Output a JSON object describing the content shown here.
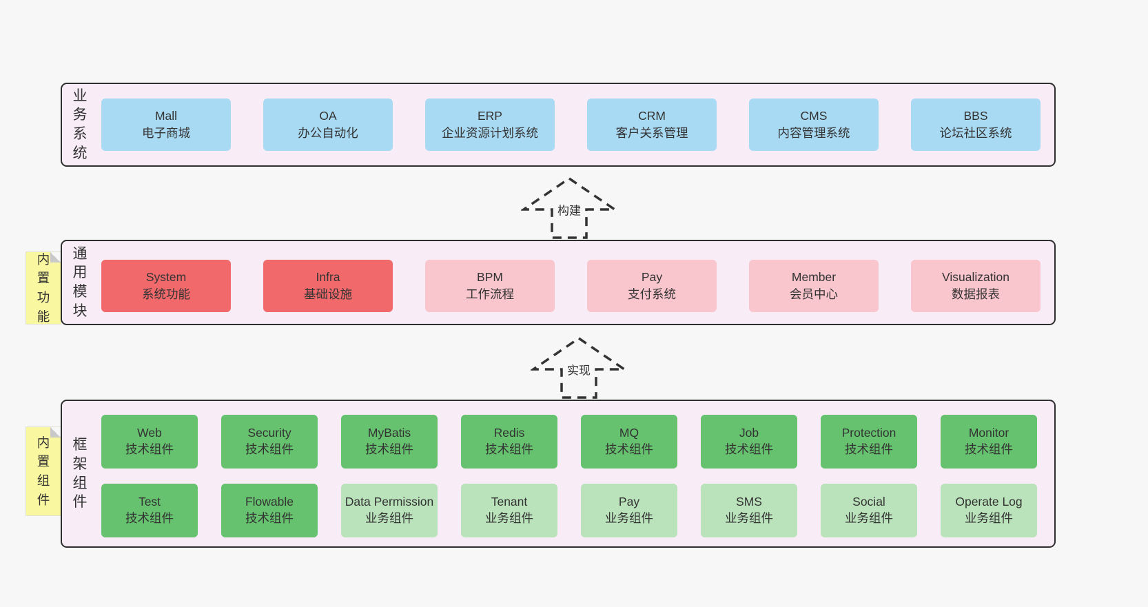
{
  "colors": {
    "page_bg": "#f7f7f7",
    "layer_bg": "#f8edf7",
    "layer_border": "#2e2e2e",
    "blue_box": "#a9daf3",
    "red_box": "#f1696b",
    "pink_box": "#f9c6cd",
    "green_box": "#66c26e",
    "light_green_box": "#bae2bb",
    "note_yellow": "#f9f7a0"
  },
  "arrows": {
    "build": "构建",
    "implement": "实现"
  },
  "layers": {
    "business": {
      "label": "业务系统",
      "boxes": [
        {
          "title": "Mall",
          "subtitle": "电子商城"
        },
        {
          "title": "OA",
          "subtitle": "办公自动化"
        },
        {
          "title": "ERP",
          "subtitle": "企业资源计划系统"
        },
        {
          "title": "CRM",
          "subtitle": "客户关系管理"
        },
        {
          "title": "CMS",
          "subtitle": "内容管理系统"
        },
        {
          "title": "BBS",
          "subtitle": "论坛社区系统"
        }
      ]
    },
    "modules": {
      "label": "通用模块",
      "note": "内置功能",
      "boxes": [
        {
          "title": "System",
          "subtitle": "系统功能",
          "variant": "red"
        },
        {
          "title": "Infra",
          "subtitle": "基础设施",
          "variant": "red"
        },
        {
          "title": "BPM",
          "subtitle": "工作流程",
          "variant": "pink"
        },
        {
          "title": "Pay",
          "subtitle": "支付系统",
          "variant": "pink"
        },
        {
          "title": "Member",
          "subtitle": "会员中心",
          "variant": "pink"
        },
        {
          "title": "Visualization",
          "subtitle": "数据报表",
          "variant": "pink"
        }
      ]
    },
    "components": {
      "label": "框架组件",
      "note": "内置组件",
      "row1": [
        {
          "title": "Web",
          "subtitle": "技术组件",
          "variant": "green"
        },
        {
          "title": "Security",
          "subtitle": "技术组件",
          "variant": "green"
        },
        {
          "title": "MyBatis",
          "subtitle": "技术组件",
          "variant": "green"
        },
        {
          "title": "Redis",
          "subtitle": "技术组件",
          "variant": "green"
        },
        {
          "title": "MQ",
          "subtitle": "技术组件",
          "variant": "green"
        },
        {
          "title": "Job",
          "subtitle": "技术组件",
          "variant": "green"
        },
        {
          "title": "Protection",
          "subtitle": "技术组件",
          "variant": "green"
        },
        {
          "title": "Monitor",
          "subtitle": "技术组件",
          "variant": "green"
        }
      ],
      "row2": [
        {
          "title": "Test",
          "subtitle": "技术组件",
          "variant": "green"
        },
        {
          "title": "Flowable",
          "subtitle": "技术组件",
          "variant": "green"
        },
        {
          "title": "Data Permission",
          "subtitle": "业务组件",
          "variant": "lightgreen"
        },
        {
          "title": "Tenant",
          "subtitle": "业务组件",
          "variant": "lightgreen"
        },
        {
          "title": "Pay",
          "subtitle": "业务组件",
          "variant": "lightgreen"
        },
        {
          "title": "SMS",
          "subtitle": "业务组件",
          "variant": "lightgreen"
        },
        {
          "title": "Social",
          "subtitle": "业务组件",
          "variant": "lightgreen"
        },
        {
          "title": "Operate Log",
          "subtitle": "业务组件",
          "variant": "lightgreen"
        }
      ]
    }
  }
}
